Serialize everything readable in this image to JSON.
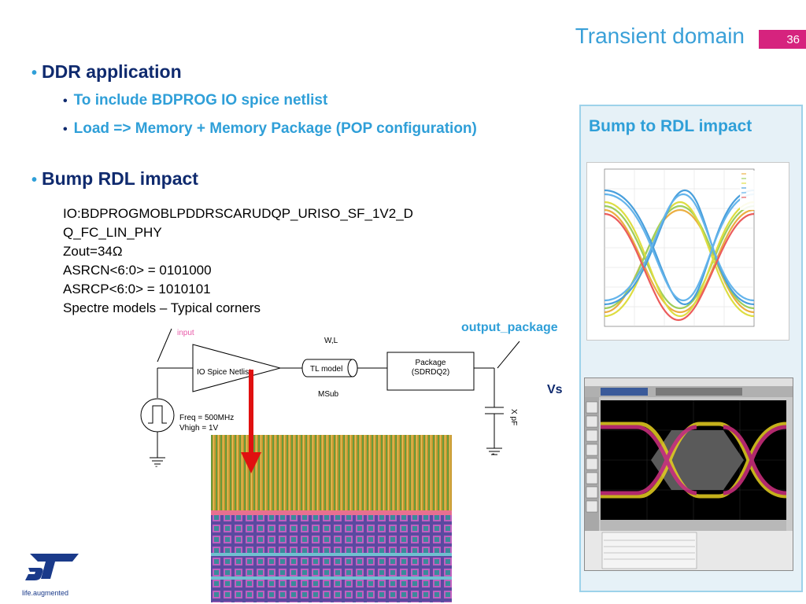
{
  "header": {
    "title": "Transient domain",
    "page_number": "36"
  },
  "bullets": {
    "ddr": "DDR application",
    "ddr_sub1": "To include BDPROG IO spice netlist",
    "ddr_sub2": "Load =>  Memory + Memory Package (POP configuration)",
    "bump": "Bump RDL impact"
  },
  "config": {
    "line1": "IO:BDPROGMOBLPDDRSCARUDQP_URISO_SF_1V2_D",
    "line2": "Q_FC_LIN_PHY",
    "line3": "Zout=34Ω",
    "line4": "ASRCN<6:0> = 0101000",
    "line5": "ASRCP<6:0> = 1010101",
    "line6": "Spectre models – Typical corners"
  },
  "schematic": {
    "input_label": "input",
    "buffer_label": "IO Spice Netlist",
    "tl_label": "TL model",
    "wl_label": "W,L",
    "msub_label": "MSub",
    "package_line1": "Package",
    "package_line2": "(SDRDQ2)",
    "freq_label": "Freq = 500MHz",
    "vhigh_label": "Vhigh = 1V",
    "cap_label": "X pF",
    "gnd_minus": "-"
  },
  "right_panel": {
    "title": "Bump to  RDL impact",
    "vs": "Vs",
    "output_package": "output_package"
  },
  "logo": {
    "tagline": "life.augmented"
  },
  "colors": {
    "accent_blue": "#2f9fd8",
    "navy": "#0f2a6e",
    "badge": "#d6237e",
    "arrow": "#e01010"
  }
}
